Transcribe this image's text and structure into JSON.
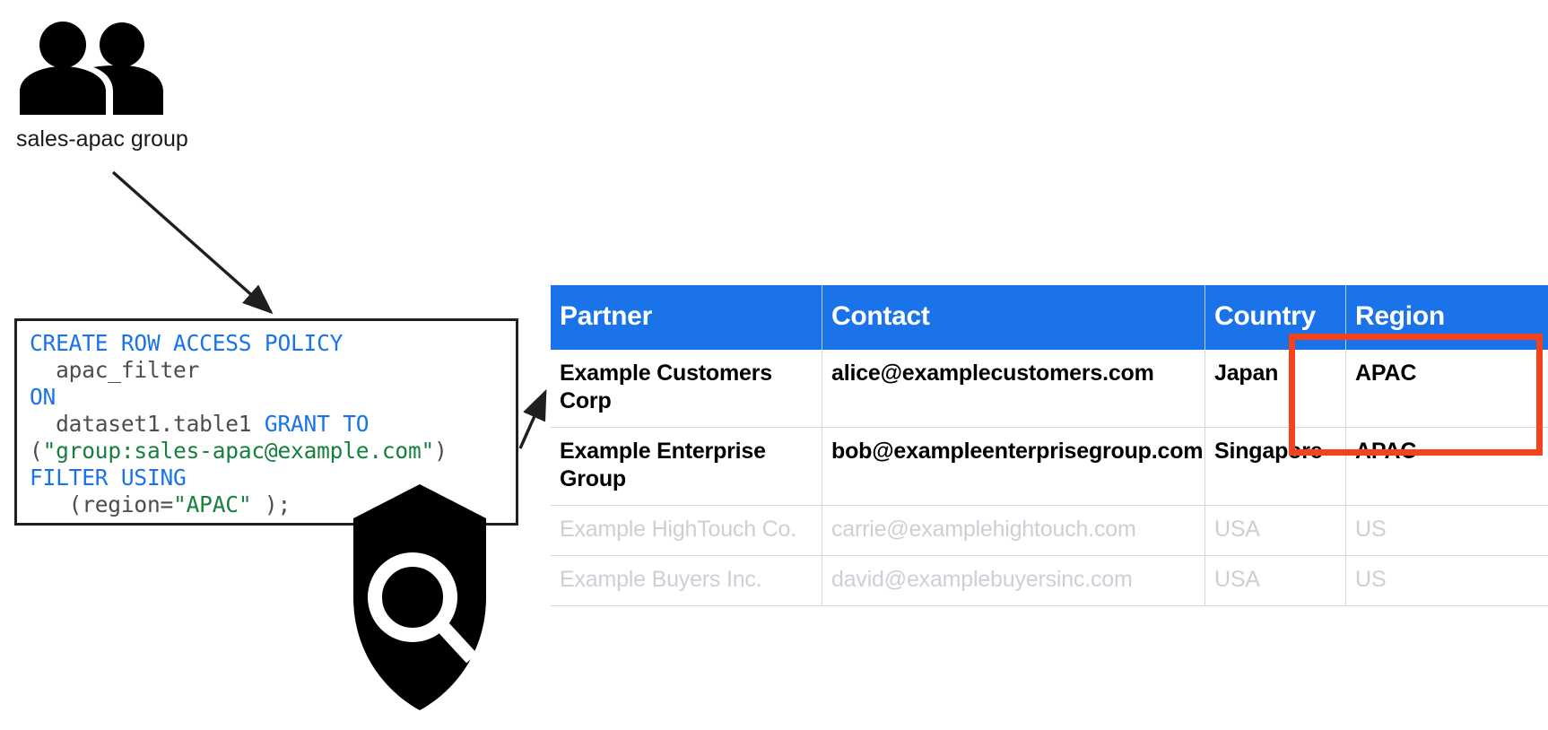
{
  "diagram": {
    "group": {
      "icon": "people-group-icon",
      "label": "sales-apac group"
    },
    "shield": {
      "icon": "shield-magnifier-icon"
    },
    "code_box": {
      "name": "row-access-policy-sql",
      "lines": [
        [
          {
            "t": "CREATE ROW ACCESS POLICY",
            "c": "kw"
          }
        ],
        [
          {
            "t": "  apac_filter",
            "c": "pl"
          }
        ],
        [
          {
            "t": "ON",
            "c": "kw"
          }
        ],
        [
          {
            "t": "  dataset1.table1 ",
            "c": "pl"
          },
          {
            "t": "GRANT TO",
            "c": "kw"
          }
        ],
        [
          {
            "t": "(",
            "c": "pl"
          },
          {
            "t": "\"group:sales-apac@example.com\"",
            "c": "str"
          },
          {
            "t": ")",
            "c": "pl"
          }
        ],
        [
          {
            "t": "FILTER USING",
            "c": "kw"
          }
        ],
        [
          {
            "t": "   (region=",
            "c": "pl"
          },
          {
            "t": "\"APAC\"",
            "c": "str"
          },
          {
            "t": " );",
            "c": "pl"
          }
        ]
      ]
    },
    "colors": {
      "header_blue": "#1a73e8",
      "keyword_blue": "#1a73e8",
      "string_green": "#17803d",
      "highlight_red": "#f4431c",
      "muted_grey": "#ccd0d6"
    }
  },
  "table": {
    "name": "partners-table",
    "columns": [
      "Partner",
      "Contact",
      "Country",
      "Region"
    ],
    "rows": [
      {
        "state": "visible",
        "cells": [
          "Example Customers Corp",
          "alice@examplecustomers.com",
          "Japan",
          "APAC"
        ]
      },
      {
        "state": "visible",
        "cells": [
          "Example Enterprise Group",
          "bob@exampleenterprisegroup.com",
          "Singapore",
          "APAC"
        ]
      },
      {
        "state": "filtered-out",
        "cells": [
          "Example HighTouch Co.",
          "carrie@examplehightouch.com",
          "USA",
          "US"
        ]
      },
      {
        "state": "filtered-out",
        "cells": [
          "Example Buyers Inc.",
          "david@examplebuyersinc.com",
          "USA",
          "US"
        ]
      }
    ]
  }
}
